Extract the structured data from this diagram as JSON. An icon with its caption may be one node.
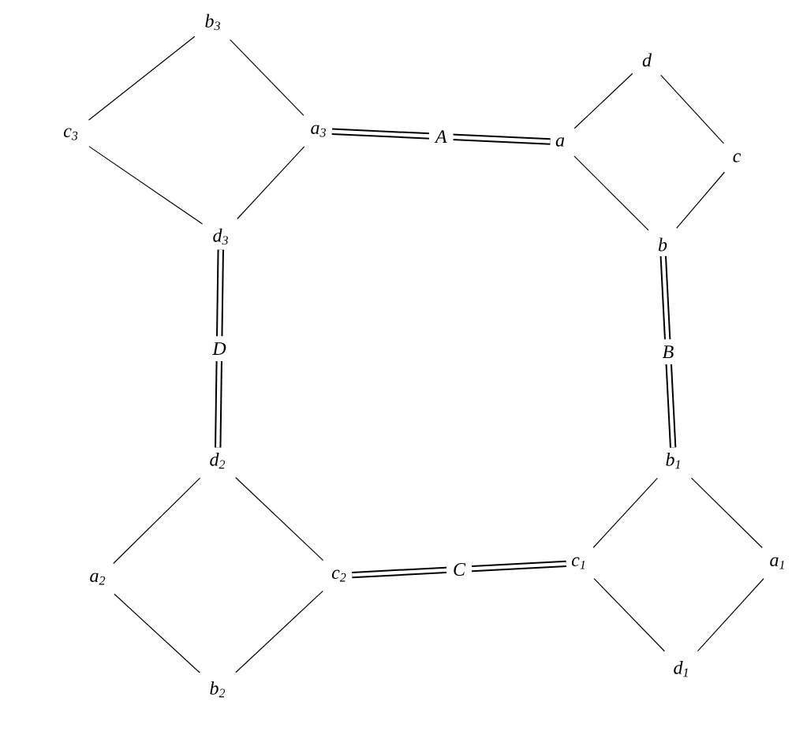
{
  "diagram": {
    "nodes": [
      {
        "text": [
          "b$_{3}$"
        ]
      },
      {
        "text": [
          "d"
        ]
      },
      {
        "text": [
          "c$_{3}$"
        ]
      },
      {
        "text": [
          "a$_{3}$"
        ]
      },
      {
        "text": [
          "a"
        ]
      },
      {
        "text": [
          "c"
        ]
      },
      {
        "text": [
          "d$_{3}$"
        ]
      },
      {
        "text": [
          "b"
        ]
      },
      {
        "text": [
          "d$_{2}$"
        ]
      },
      {
        "text": [
          "b$_{1}$"
        ]
      },
      {
        "text": [
          "a$_{2}$"
        ]
      },
      {
        "text": [
          "c$_{2}$"
        ]
      },
      {
        "text": [
          "c$_{1}$"
        ]
      },
      {
        "text": [
          "a$_{1}$"
        ]
      },
      {
        "text": [
          "b$_{2}$"
        ]
      },
      {
        "text": [
          "d$_{1}$"
        ]
      }
    ],
    "edges": [
      {
        "from": 0,
        "to": 2,
        "arrow": "none"
      },
      {
        "from": 0,
        "to": 3,
        "arrow": "none"
      },
      {
        "from": 2,
        "to": 6,
        "arrow": "none"
      },
      {
        "from": 3,
        "to": 6,
        "arrow": "none"
      },
      {
        "from": 1,
        "to": 4,
        "arrow": "none"
      },
      {
        "from": 1,
        "to": 5,
        "arrow": "none"
      },
      {
        "from": 4,
        "to": 7,
        "arrow": "none"
      },
      {
        "from": 5,
        "to": 7,
        "arrow": "none"
      },
      {
        "from": 8,
        "to": 10,
        "arrow": "none"
      },
      {
        "from": 8,
        "to": 11,
        "arrow": "none"
      },
      {
        "from": 10,
        "to": 14,
        "arrow": "none"
      },
      {
        "from": 11,
        "to": 14,
        "arrow": "none"
      },
      {
        "from": 9,
        "to": 12,
        "arrow": "none"
      },
      {
        "from": 9,
        "to": 13,
        "arrow": "none"
      },
      {
        "from": 12,
        "to": 15,
        "arrow": "none"
      },
      {
        "from": 13,
        "to": 15,
        "arrow": "none"
      },
      {
        "from": 3,
        "to": 4,
        "arrow": "none",
        "label": "A",
        "style": "thick"
      },
      {
        "from": 6,
        "to": 8,
        "arrow": "none",
        "label": "D",
        "style": "thick"
      },
      {
        "from": 7,
        "to": 9,
        "arrow": "none",
        "label": "B",
        "style": "thick"
      },
      {
        "from": 11,
        "to": 12,
        "arrow": "none",
        "label": "C",
        "style": "thick"
      }
    ]
  }
}
